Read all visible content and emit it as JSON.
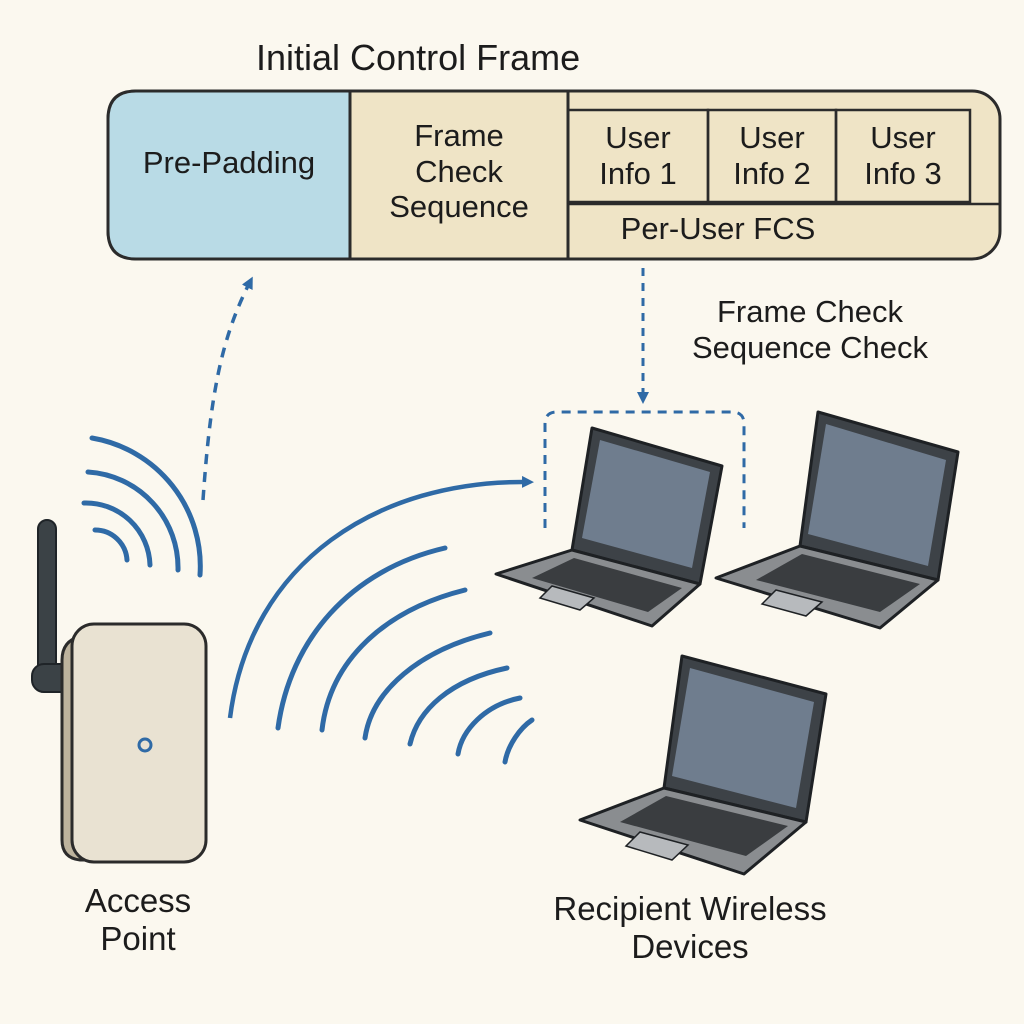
{
  "frame": {
    "title": "Initial Control Frame",
    "pre_padding": "Pre-Padding",
    "fcs_line1": "Frame",
    "fcs_line2": "Check",
    "fcs_line3": "Sequence",
    "user_infos": [
      {
        "line1": "User",
        "line2": "Info 1"
      },
      {
        "line1": "User",
        "line2": "Info 2"
      },
      {
        "line1": "User",
        "line2": "Info 3"
      }
    ],
    "per_user_fcs": "Per-User FCS"
  },
  "fcs_check": {
    "line1": "Frame Check",
    "line2": "Sequence Check"
  },
  "access_point": {
    "line1": "Access",
    "line2": "Point"
  },
  "recipients": {
    "line1": "Recipient Wireless",
    "line2": "Devices"
  },
  "colors": {
    "background": "#fbf8ef",
    "pre_padding_fill": "#b9dbe6",
    "frame_fill": "#efe4c6",
    "accent_blue": "#2f6aa6",
    "outline": "#2b2b2b",
    "laptop_screen": "#6f7d8e",
    "laptop_body": "#8a8d90"
  }
}
